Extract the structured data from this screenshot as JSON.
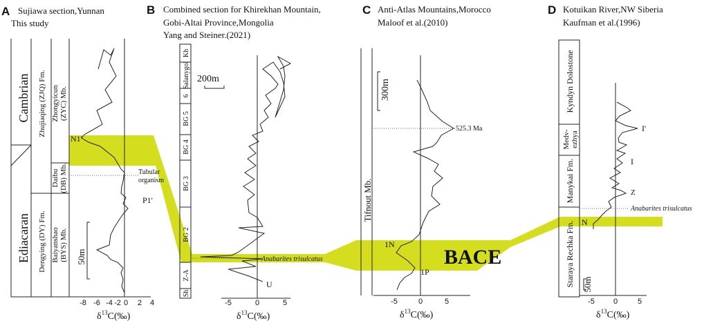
{
  "panels": [
    {
      "letter": "A",
      "title": [
        "Sujiawa section,Yunnan",
        "This study"
      ]
    },
    {
      "letter": "B",
      "title": [
        "Combined  section for Khirekhan Mountain,",
        "Gobi-Altai Province,Mongolia",
        "Yang and Steiner.(2021)"
      ]
    },
    {
      "letter": "C",
      "title": [
        "Anti-Atlas Mountains,Morocco",
        "Maloof et al.(2010)"
      ]
    },
    {
      "letter": "D",
      "title": [
        "Kotuikan River,NW Siberia",
        "Kaufman et al.(1996)"
      ]
    }
  ],
  "panel_a": {
    "periods": [
      "Cambrian",
      "Ediacaran"
    ],
    "formations": [
      "Zhujiaqing (ZJQ) Fm.",
      "Dengying (DY) Fm."
    ],
    "members": [
      "Zhongyicun (ZYC) Mb.",
      "Daibu (DB) Mb.",
      "Baiyanshao (BYS) Mb."
    ],
    "scale": "50m",
    "points": [
      "N1'",
      "P1'"
    ],
    "annotation": [
      "Tubular",
      "organism"
    ],
    "ticks": [
      "-8",
      "-6",
      "-4",
      "-2",
      "0",
      "2",
      "4"
    ]
  },
  "panel_b": {
    "units": [
      "Sh",
      "Z-A",
      "BG 2",
      "BG 3",
      "BG 4",
      "BG 5",
      "6",
      "Salanygol",
      "Kh"
    ],
    "scale": "200m",
    "anabarites": "Anabarites trisulcatus",
    "points": [
      "U"
    ],
    "ticks": [
      "-5",
      "0",
      "5"
    ]
  },
  "panel_c": {
    "member": "Tifnout Mb.",
    "scale": "300m",
    "age": "525.3 Ma",
    "points": [
      "1N",
      "1P"
    ],
    "bace": "BACE",
    "ticks": [
      "-5",
      "0",
      "5"
    ]
  },
  "panel_d": {
    "units": [
      "Kyndyn Dolostone",
      "Medv-",
      "ezhya",
      "Manykai  Fm.",
      "Staraya Rechka  Fm."
    ],
    "scale": "50m",
    "anabarites": "Anabarites trisulcatus",
    "points": [
      "I'",
      "I",
      "Z",
      "N"
    ],
    "ticks": [
      "-5",
      "0",
      "5"
    ]
  },
  "axis_label": {
    "delta": "δ",
    "sup": "13",
    "rest": "C(‰)"
  },
  "colors": {
    "highlight": "#d4de1f",
    "line": "#222222"
  }
}
